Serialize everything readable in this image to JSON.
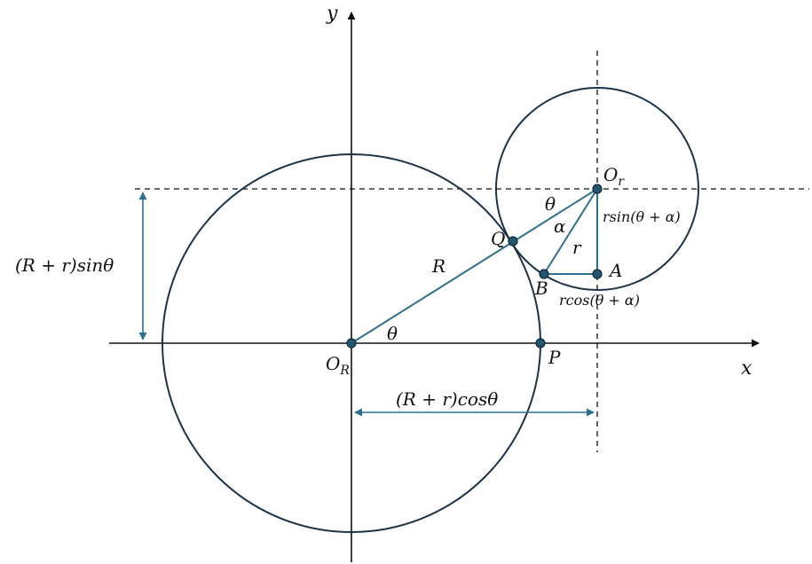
{
  "labels": {
    "y_axis": "y",
    "x_axis": "x",
    "origin_big": "O",
    "origin_big_sub": "R",
    "center_small": "O",
    "center_small_sub": "r",
    "point_P": "P",
    "point_Q": "Q",
    "point_A": "A",
    "point_B": "B",
    "radius_big": "R",
    "radius_small": "r",
    "theta_origin": "θ",
    "theta_center": "θ",
    "alpha": "α",
    "rsin": "rsin(θ + α)",
    "rcos": "rcos(θ + α)",
    "height_expr": "(R + r)sinθ",
    "width_expr": "(R + r)cosθ"
  },
  "colors": {
    "circle": "#1d3347",
    "construction": "#2e6f8c",
    "dimension": "#2a7090",
    "point_fill": "#24556e",
    "axis": "#111111"
  }
}
